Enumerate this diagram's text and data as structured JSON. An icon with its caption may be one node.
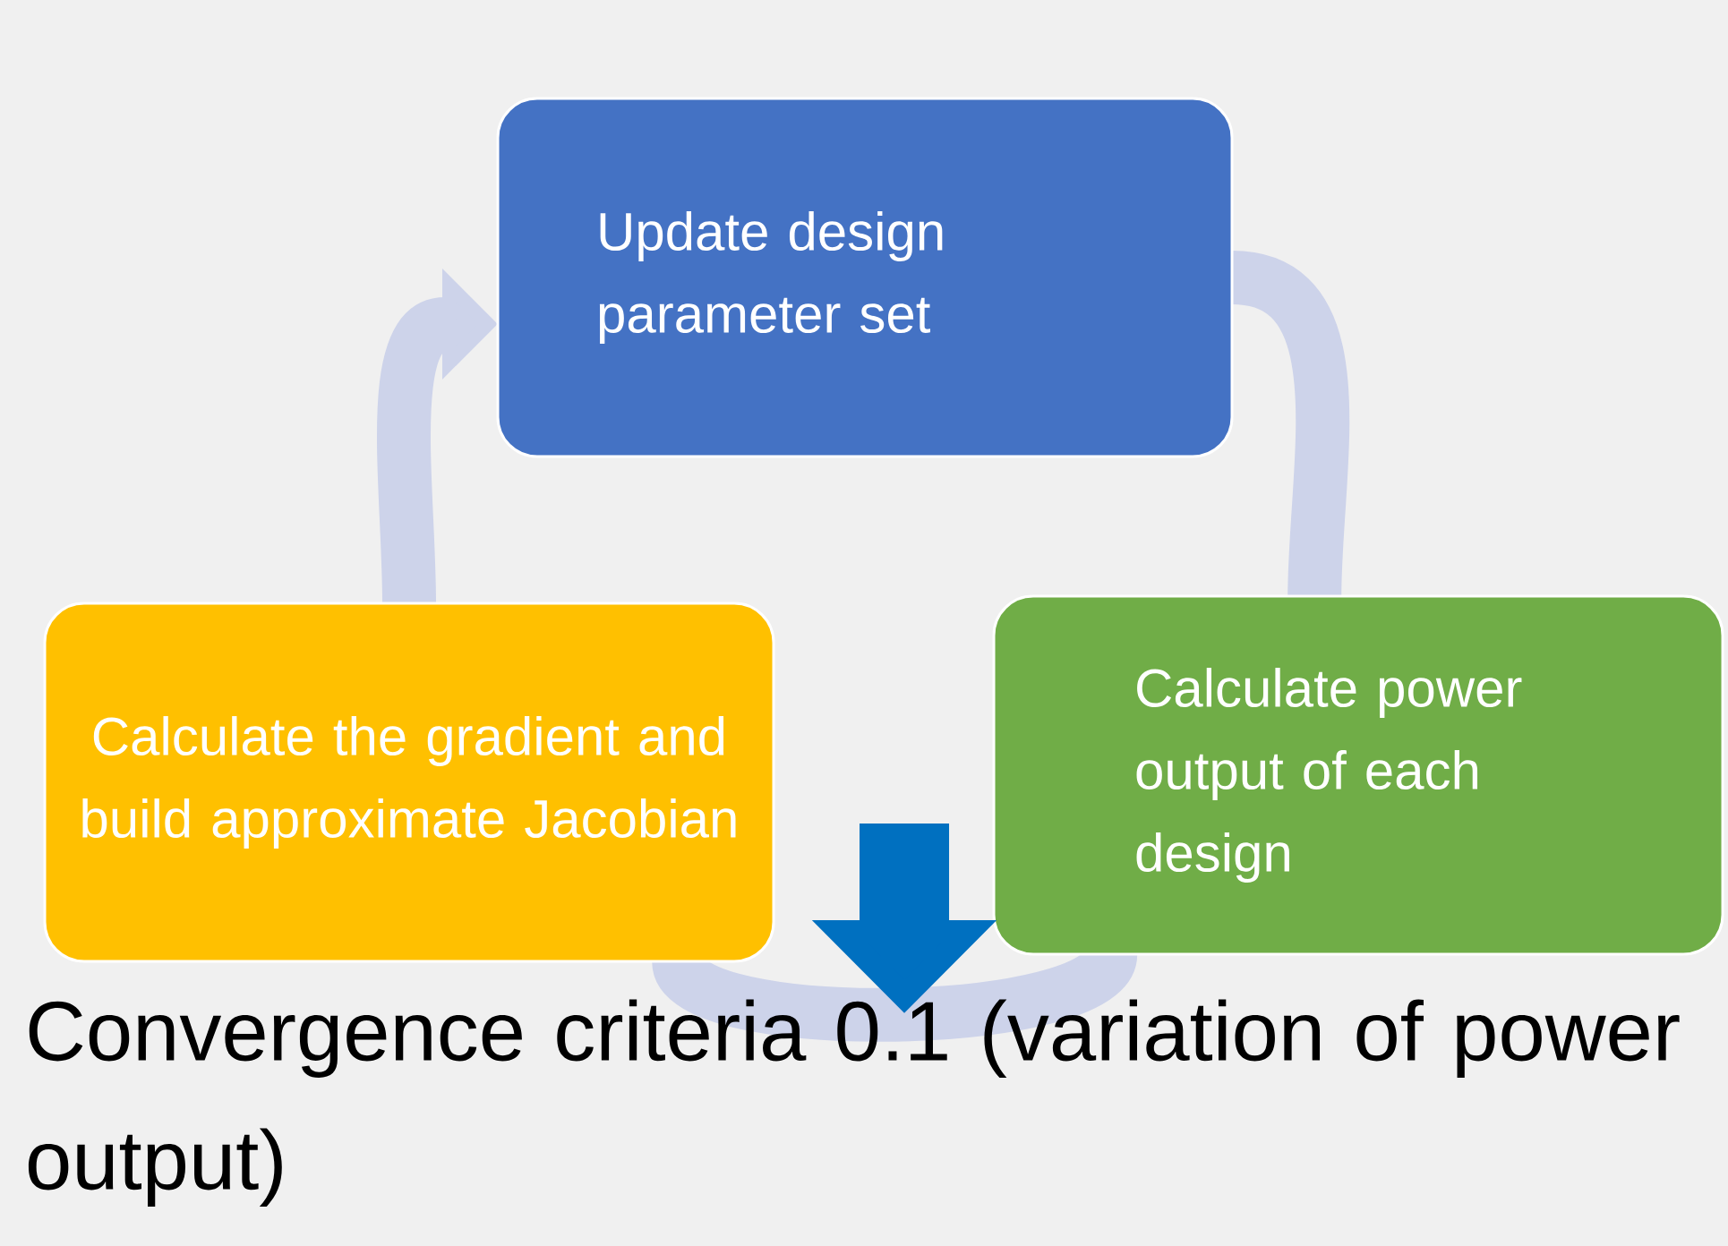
{
  "diagram": {
    "nodes": [
      {
        "text": [
          "Update design parameter set"
        ]
      },
      {
        "text": [
          "Calculate power output of each design"
        ]
      },
      {
        "text": [
          "Calculate the gradient and build approximate Jacobian"
        ]
      },
      {
        "text": [
          "Convergence criteria 0.1 (variation of power output)"
        ]
      }
    ],
    "edges": [
      {
        "from": 0,
        "to": 1,
        "arrow": "none"
      },
      {
        "from": 1,
        "to": 2,
        "arrow": "none"
      },
      {
        "from": 2,
        "to": 0,
        "arrow": "to"
      },
      {
        "from": null,
        "to": 3,
        "arrow": "to",
        "color": "#0070c0"
      }
    ]
  }
}
